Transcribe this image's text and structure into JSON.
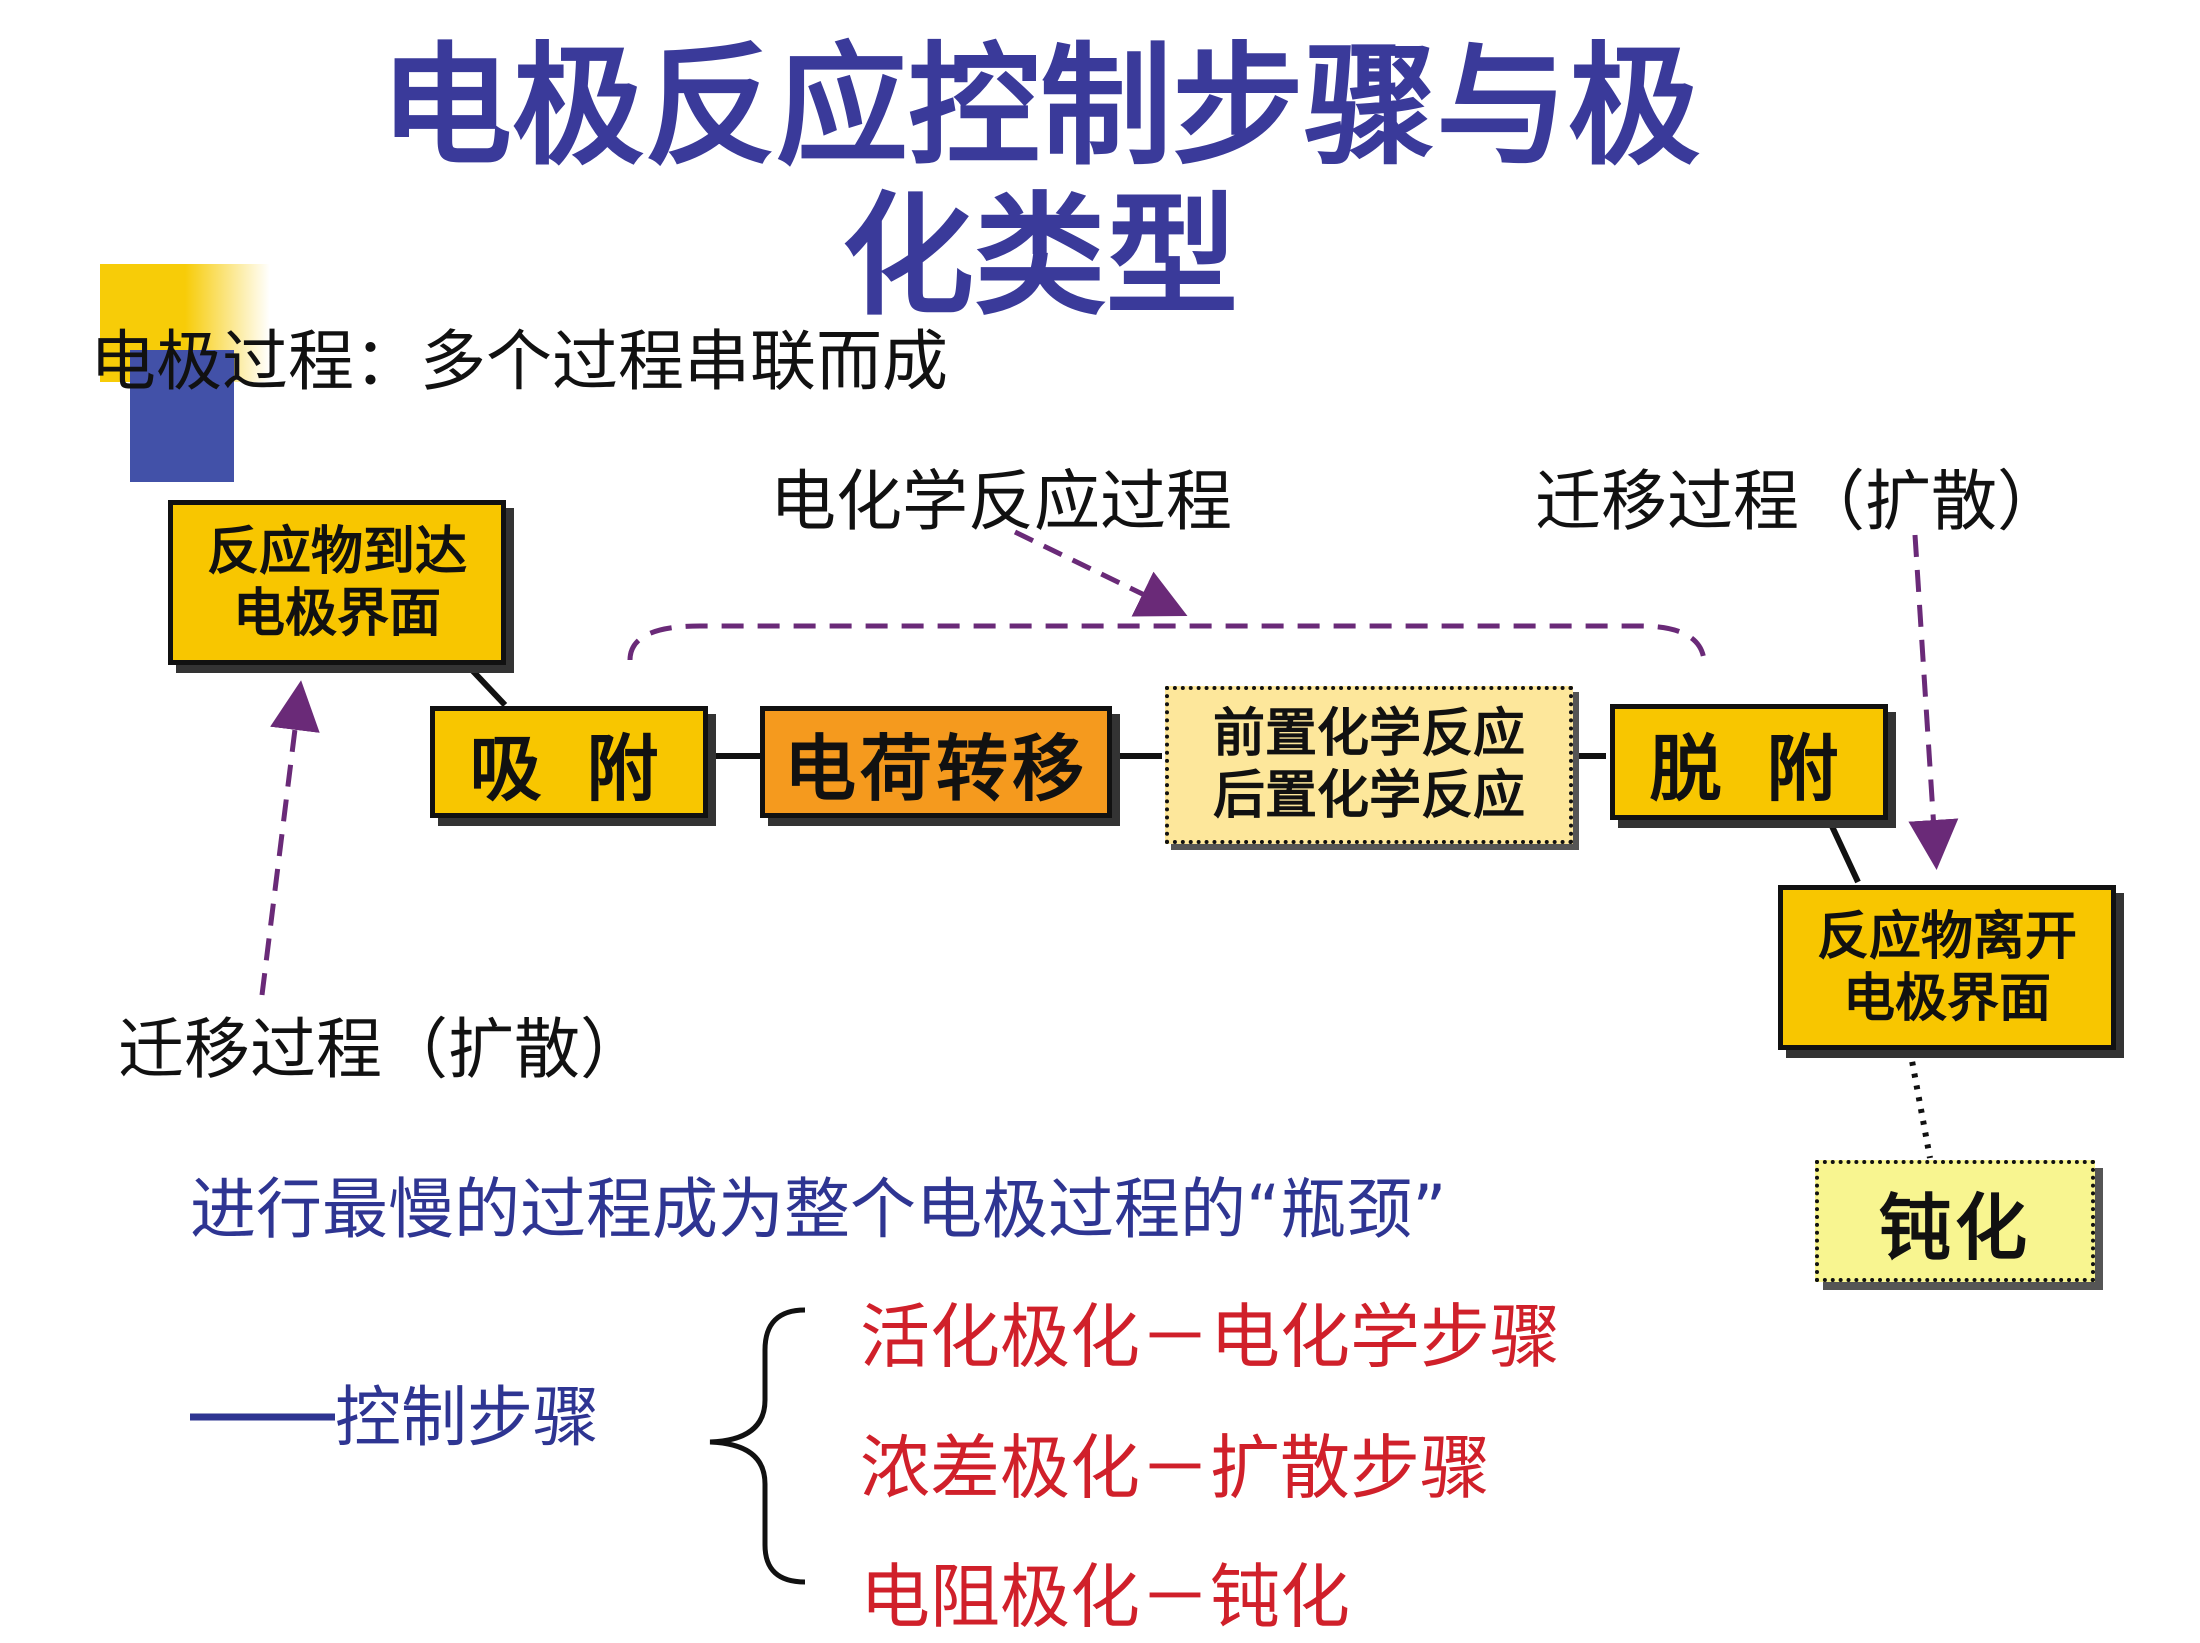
{
  "title": {
    "line1": "电极反应控制步骤与极",
    "line2": "化类型"
  },
  "intro": "电极过程：多个过程串联而成",
  "labels": {
    "electrochemical": "电化学反应过程",
    "migration_top": "迁移过程（扩散）",
    "migration_left": "迁移过程（扩散）"
  },
  "boxes": {
    "arrive": [
      "反应物到达",
      "电极界面"
    ],
    "adsorb": "吸 附",
    "charge": "电荷转移",
    "chem": [
      "前置化学反应",
      "后置化学反应"
    ],
    "desorb": "脱 附",
    "leave": [
      "反应物离开",
      "电极界面"
    ],
    "passivate": "钝化"
  },
  "bottleneck": "进行最慢的过程成为整个电极过程的“瓶颈”",
  "control_step": "——控制步骤",
  "polarization": [
    "活化极化－电化学步骤",
    "浓差极化－扩散步骤",
    "电阻极化－钝化"
  ],
  "colors": {
    "title": "#3a3a9a",
    "box_yellow": "#f8c600",
    "box_orange": "#f59a1e",
    "arrow_purple": "#6a2a78",
    "polarization_red": "#d0202a"
  }
}
